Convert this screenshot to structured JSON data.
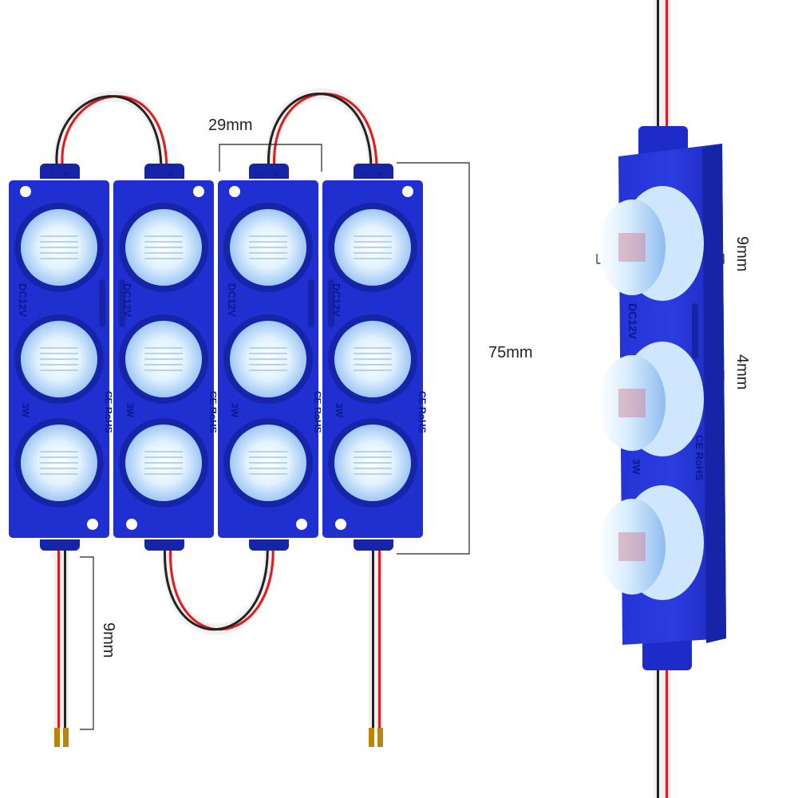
{
  "product": {
    "module_color": "#1f2fd0",
    "module_color_dark": "#1624a8",
    "lens_color": "#eaf6ff",
    "wire_red": "#e11b1b",
    "wire_black": "#222222",
    "module_print": {
      "voltage": "DC12V",
      "power": "3W",
      "cert": "CE RoHS",
      "polarity_left": "−",
      "polarity_right": "+"
    }
  },
  "dimensions": {
    "pitch": "29mm",
    "length": "75mm",
    "wire": "9mm",
    "lens_height": "9mm",
    "body_height": "4mm"
  }
}
